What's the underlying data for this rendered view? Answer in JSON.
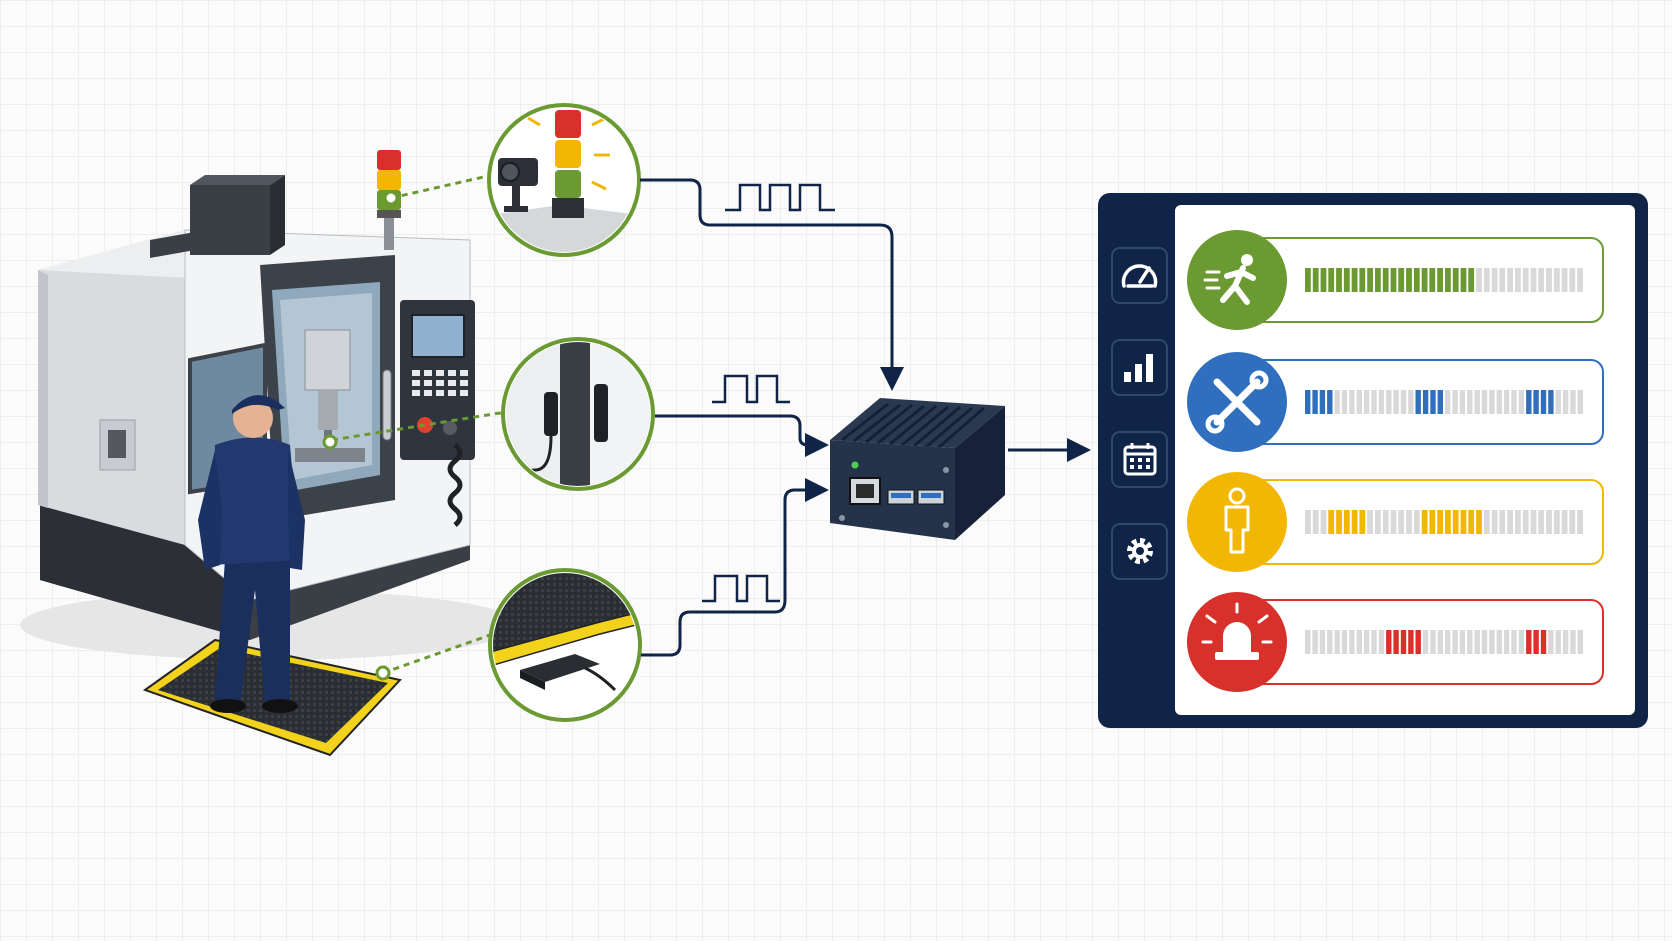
{
  "colors": {
    "navy": "#0f2446",
    "green": "#6a9a31",
    "blue": "#2f6fbd",
    "yellow": "#f2b705",
    "red": "#d8312b",
    "inactive": "#d9d9d9"
  },
  "sensors": [
    {
      "name": "stack-light-camera",
      "icon": "camera-icon"
    },
    {
      "name": "door-sensor",
      "icon": "magnetic-sensor-icon"
    },
    {
      "name": "floor-mat-sensor",
      "icon": "pressure-mat-icon"
    }
  ],
  "sidebar": {
    "items": [
      {
        "icon": "gauge-icon"
      },
      {
        "icon": "bar-chart-icon"
      },
      {
        "icon": "calendar-icon"
      },
      {
        "icon": "gear-icon"
      }
    ]
  },
  "status_rows": [
    {
      "icon": "running-person-icon",
      "color": "#6a9a31",
      "pattern": "111111111111111111111100000000000000"
    },
    {
      "icon": "tools-icon",
      "color": "#2f6fbd",
      "pattern": "11110000000000011110000000000011110000"
    },
    {
      "icon": "standing-person-icon",
      "color": "#f2b705",
      "pattern": "000111110000000111111110000000000000"
    },
    {
      "icon": "alarm-light-icon",
      "color": "#d8312b",
      "pattern": "00000000000111110000000000000011100000"
    }
  ]
}
